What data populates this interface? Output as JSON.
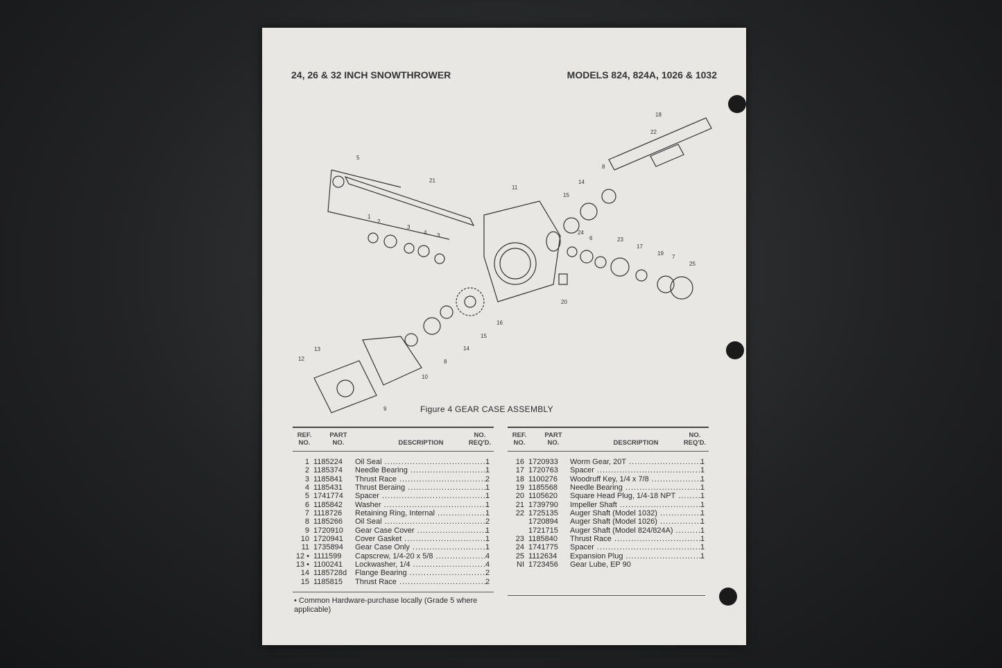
{
  "header": {
    "left": "24, 26 & 32 INCH SNOWTHROWER",
    "right": "MODELS 824, 824A, 1026 & 1032"
  },
  "figure": {
    "caption": "Figure 4  GEAR CASE ASSEMBLY",
    "callouts": [
      "18",
      "22",
      "8",
      "14",
      "15",
      "11",
      "21",
      "5",
      "1",
      "2",
      "3",
      "4",
      "3",
      "24",
      "6",
      "23",
      "17",
      "19",
      "7",
      "25",
      "20",
      "16",
      "15",
      "14",
      "8",
      "10",
      "13",
      "12",
      "9"
    ]
  },
  "table_headers": {
    "ref": "REF.\nNO.",
    "part": "PART\nNO.",
    "desc": "DESCRIPTION",
    "req": "NO.\nREQ'D."
  },
  "left_table": [
    {
      "ref": "1",
      "part": "1185224",
      "desc": "Oil Seal",
      "req": "1"
    },
    {
      "ref": "2",
      "part": "1185374",
      "desc": "Needle Bearing",
      "req": "1"
    },
    {
      "ref": "3",
      "part": "1185841",
      "desc": "Thrust Race",
      "req": "2"
    },
    {
      "ref": "4",
      "part": "1185431",
      "desc": "Thrust Beraing",
      "req": "1"
    },
    {
      "ref": "5",
      "part": "1741774",
      "desc": "Spacer",
      "req": "1"
    },
    {
      "ref": "6",
      "part": "1185842",
      "desc": "Washer",
      "req": "1"
    },
    {
      "ref": "7",
      "part": "1118726",
      "desc": "Retaining Ring, Internal",
      "req": "1"
    },
    {
      "ref": "8",
      "part": "1185266",
      "desc": "Oil Seal",
      "req": "2"
    },
    {
      "ref": "9",
      "part": "1720910",
      "desc": "Gear Case Cover",
      "req": "1"
    },
    {
      "ref": "10",
      "part": "1720941",
      "desc": "Cover Gasket",
      "req": "1"
    },
    {
      "ref": "11",
      "part": "1735894",
      "desc": "Gear Case Only",
      "req": "1"
    },
    {
      "ref": "12 •",
      "part": "1111599",
      "desc": "Capscrew, 1/4-20 x 5/8",
      "req": "4"
    },
    {
      "ref": "13 •",
      "part": "1100241",
      "desc": "Lockwasher, 1/4",
      "req": "4"
    },
    {
      "ref": "14",
      "part": "1185728d",
      "desc": "Flange Bearing",
      "req": "2"
    },
    {
      "ref": "15",
      "part": "1185815",
      "desc": "Thrust Race",
      "req": "2"
    }
  ],
  "right_table": [
    {
      "ref": "16",
      "part": "1720933",
      "desc": "Worm Gear, 20T",
      "req": "1"
    },
    {
      "ref": "17",
      "part": "1720763",
      "desc": "Spacer",
      "req": "1"
    },
    {
      "ref": "18",
      "part": "1100276",
      "desc": "Woodruff Key, 1/4 x 7/8",
      "req": "1"
    },
    {
      "ref": "19",
      "part": "1185568",
      "desc": "Needle Bearing",
      "req": "1"
    },
    {
      "ref": "20",
      "part": "1105620",
      "desc": "Square Head Plug, 1/4-18 NPT",
      "req": "1"
    },
    {
      "ref": "21",
      "part": "1739790",
      "desc": "Impeller Shaft",
      "req": "1"
    },
    {
      "ref": "22",
      "part": "1725135",
      "desc": "Auger Shaft (Model 1032)",
      "req": "1"
    },
    {
      "ref": "",
      "part": "1720894",
      "desc": "Auger Shaft (Model 1026)",
      "req": "1"
    },
    {
      "ref": "",
      "part": "1721715",
      "desc": "Auger Shaft (Model 824/824A)",
      "req": "1"
    },
    {
      "ref": "23",
      "part": "1185840",
      "desc": "Thrust Race",
      "req": "1"
    },
    {
      "ref": "24",
      "part": "1741775",
      "desc": "Spacer",
      "req": "1"
    },
    {
      "ref": "25",
      "part": "1112634",
      "desc": "Expansion Plug",
      "req": "1"
    },
    {
      "ref": "NI",
      "part": "1723456",
      "desc": "Gear Lube, EP 90",
      "req": ""
    }
  ],
  "footnote": "• Common Hardware-purchase locally (Grade 5 where applicable)"
}
